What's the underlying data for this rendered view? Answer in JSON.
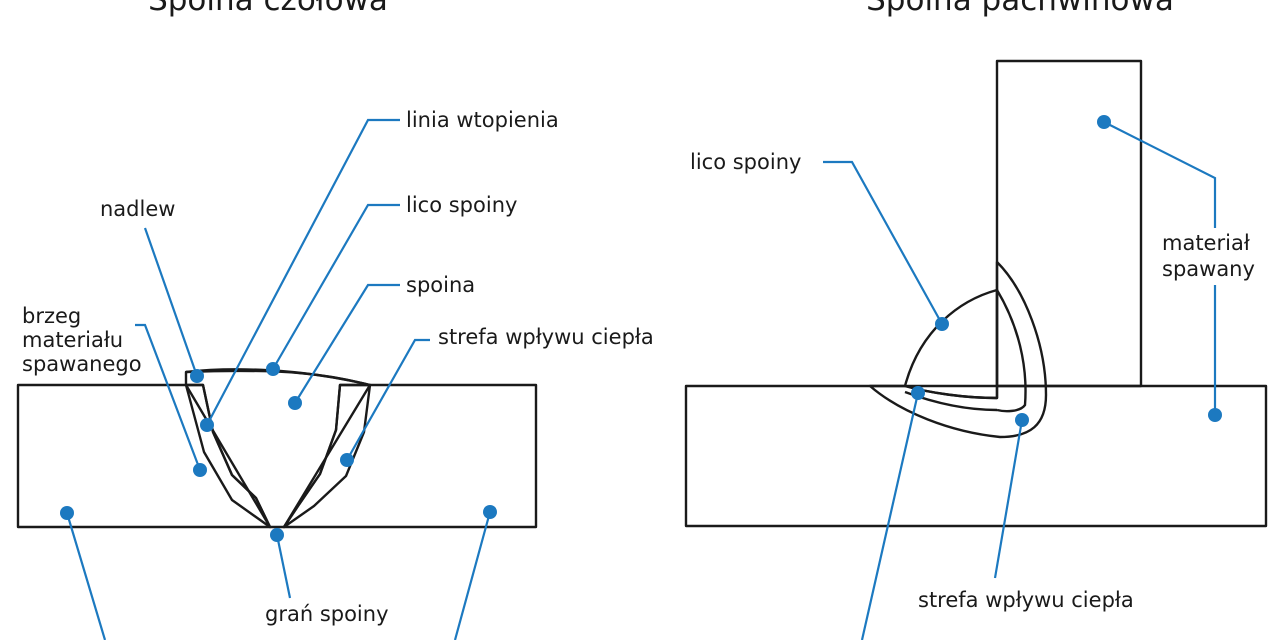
{
  "left": {
    "title": "Spoina czołowa",
    "labels": {
      "linia_wtopienia": "linia wtopienia",
      "nadlew": "nadlew",
      "lico_spoiny": "lico spoiny",
      "spoina": "spoina",
      "brzeg_line1": "brzeg",
      "brzeg_line2": "materiału",
      "brzeg_line3": "spawanego",
      "strefa": "strefa wpływu ciepła",
      "gran": "grań spoiny"
    }
  },
  "right": {
    "title": "Spoina pachwinowa",
    "labels": {
      "lico_spoiny": "lico spoiny",
      "material_line1": "materiał",
      "material_line2": "spawany",
      "strefa": "strefa wpływu ciepła"
    }
  },
  "colors": {
    "leader": "#1c79c0",
    "outline": "#1a1a1a",
    "background": "#ffffff"
  }
}
